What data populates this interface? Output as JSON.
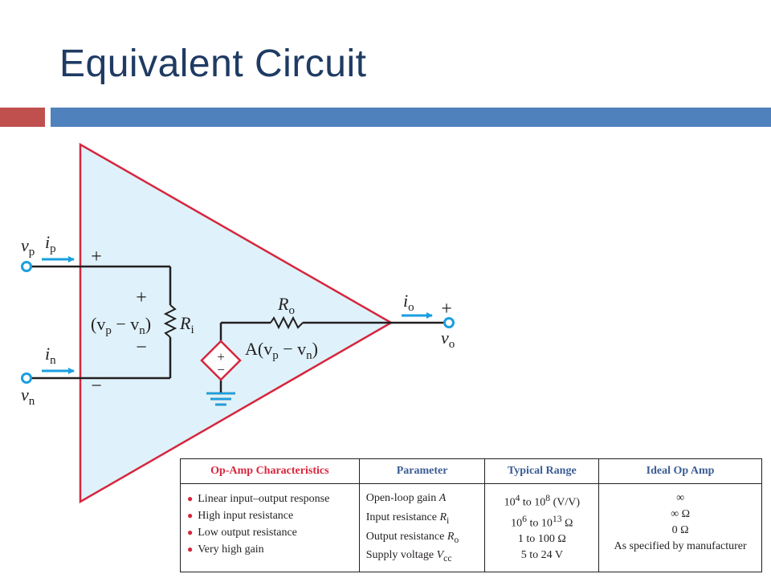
{
  "slide": {
    "title": "Equivalent Circuit"
  },
  "colors": {
    "title": "#1f3b63",
    "accent_red": "#c0504d",
    "accent_blue": "#4f81bd",
    "triangle_fill": "#dff2fb",
    "triangle_stroke": "#d7263d",
    "current_arrows": "#1a9fe0",
    "table_header": "#3b5c94"
  },
  "diagram": {
    "labels": {
      "vp": "v",
      "vp_sub": "p",
      "ip": "i",
      "ip_sub": "p",
      "in": "i",
      "in_sub": "n",
      "vn": "v",
      "vn_sub": "n",
      "plus_input": "+",
      "minus_input": "−",
      "ri_plus": "+",
      "ri_minus": "−",
      "ri_diff_pre": "(v",
      "ri_diff_p": "p",
      "ri_diff_mid": " − v",
      "ri_diff_n": "n",
      "ri_diff_post": ")",
      "ri": "R",
      "ri_sub": "i",
      "ro": "R",
      "ro_sub": "o",
      "gain_pre": "A(v",
      "gain_p": "p",
      "gain_mid": " − v",
      "gain_n": "n",
      "gain_post": ")",
      "src_plus": "+",
      "src_minus": "−",
      "io": "i",
      "io_sub": "o",
      "out_plus": "+",
      "vo": "v",
      "vo_sub": "o"
    }
  },
  "table": {
    "headers": [
      "Op-Amp Characteristics",
      "Parameter",
      "Typical Range",
      "Ideal Op Amp"
    ],
    "characteristics": [
      "Linear input–output response",
      "High input resistance",
      "Low output resistance",
      "Very high gain"
    ],
    "parameters": [
      {
        "pre": "Open-loop gain ",
        "sym": "A",
        "sub": ""
      },
      {
        "pre": "Input resistance ",
        "sym": "R",
        "sub": "i"
      },
      {
        "pre": "Output resistance ",
        "sym": "R",
        "sub": "o"
      },
      {
        "pre": "Supply voltage ",
        "sym": "V",
        "sub": "cc"
      }
    ],
    "ranges": [
      {
        "a": "10",
        "a_exp": "4",
        "mid": " to ",
        "b": "10",
        "b_exp": "8",
        "post": " (V/V)"
      },
      {
        "a": "10",
        "a_exp": "6",
        "mid": " to ",
        "b": "10",
        "b_exp": "13",
        "post": " Ω"
      },
      {
        "a": "1",
        "a_exp": "",
        "mid": " to ",
        "b": "100",
        "b_exp": "",
        "post": " Ω"
      },
      {
        "a": "5",
        "a_exp": "",
        "mid": " to ",
        "b": "24",
        "b_exp": "",
        "post": " V"
      }
    ],
    "ideal": [
      "∞",
      "∞ Ω",
      "0 Ω",
      "As specified by manufacturer"
    ]
  }
}
